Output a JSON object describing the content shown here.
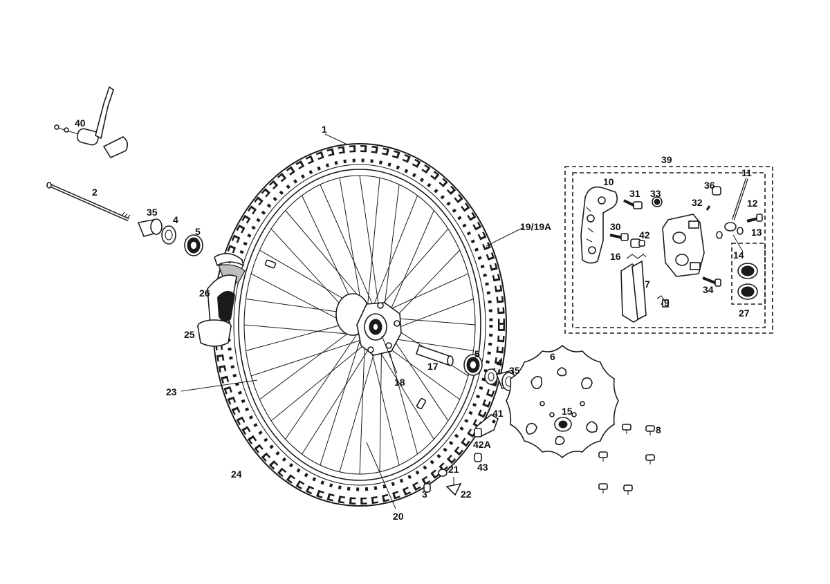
{
  "callouts": {
    "c1": "1",
    "c2": "2",
    "c3": "3",
    "c4a": "4",
    "c4b": "4",
    "c5a": "5",
    "c5b": "5",
    "c6": "6",
    "c7": "7",
    "c8": "8",
    "c9": "9",
    "c10": "10",
    "c11": "11",
    "c12": "12",
    "c13": "13",
    "c14": "14",
    "c15": "15",
    "c16": "16",
    "c17": "17",
    "c18": "18",
    "c19": "19/19A",
    "c20": "20",
    "c21": "21",
    "c22": "22",
    "c23": "23",
    "c24": "24",
    "c25": "25",
    "c26": "26",
    "c27": "27",
    "c30": "30",
    "c31": "31",
    "c32": "32",
    "c33": "33",
    "c34": "34",
    "c35a": "35",
    "c35b": "35",
    "c36": "36",
    "c39": "39",
    "c40": "40",
    "c41": "41",
    "c42": "42",
    "c42a": "42A",
    "c43": "43"
  }
}
